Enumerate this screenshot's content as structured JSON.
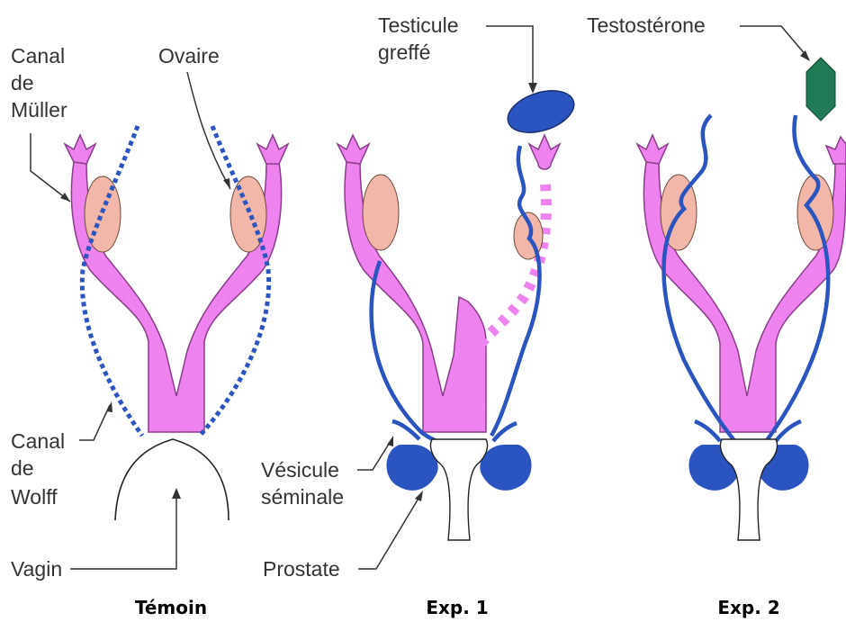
{
  "colors": {
    "muller": "#ee82ee",
    "muller_stroke": "#8a3d8a",
    "wolff": "#2a55c0",
    "ovary": "#f2b7a8",
    "testosterone": "#1f7a55"
  },
  "labels": {
    "canal_muller": [
      "Canal",
      "de",
      "Müller"
    ],
    "ovaire": "Ovaire",
    "canal_wolff": [
      "Canal",
      "de",
      "Wolff"
    ],
    "vagin": "Vagin",
    "testicule_greffe": [
      "Testicule",
      "greffé"
    ],
    "vesicule_seminale": [
      "Vésicule",
      "séminale"
    ],
    "prostate": "Prostate",
    "testosterone": "Testostérone"
  },
  "captions": [
    "Témoin",
    "Exp. 1",
    "Exp. 2"
  ]
}
